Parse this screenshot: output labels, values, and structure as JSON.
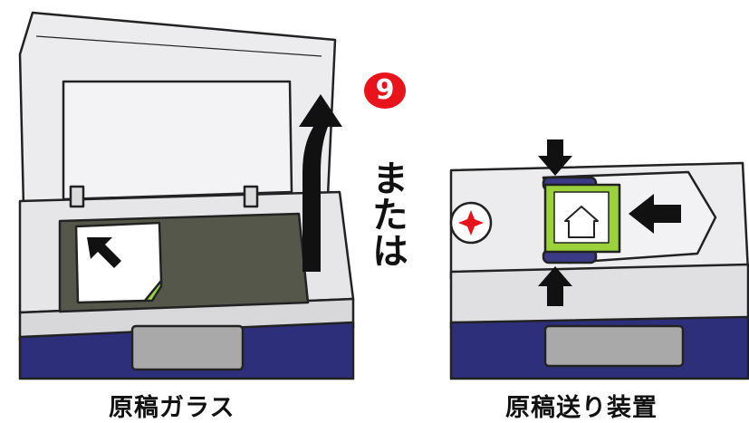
{
  "step": {
    "number": "9"
  },
  "separator": {
    "text": "または"
  },
  "options": [
    {
      "caption": "原稿ガラス",
      "icon": "document-glass-icon"
    },
    {
      "caption": "原稿送り装置",
      "icon": "document-feeder-icon"
    }
  ],
  "colors": {
    "step_badge": "#e8131b",
    "panel": "#2e2f7a",
    "glass": "#55574a",
    "document_icon": "#9bd23c",
    "outline": "#222222"
  }
}
